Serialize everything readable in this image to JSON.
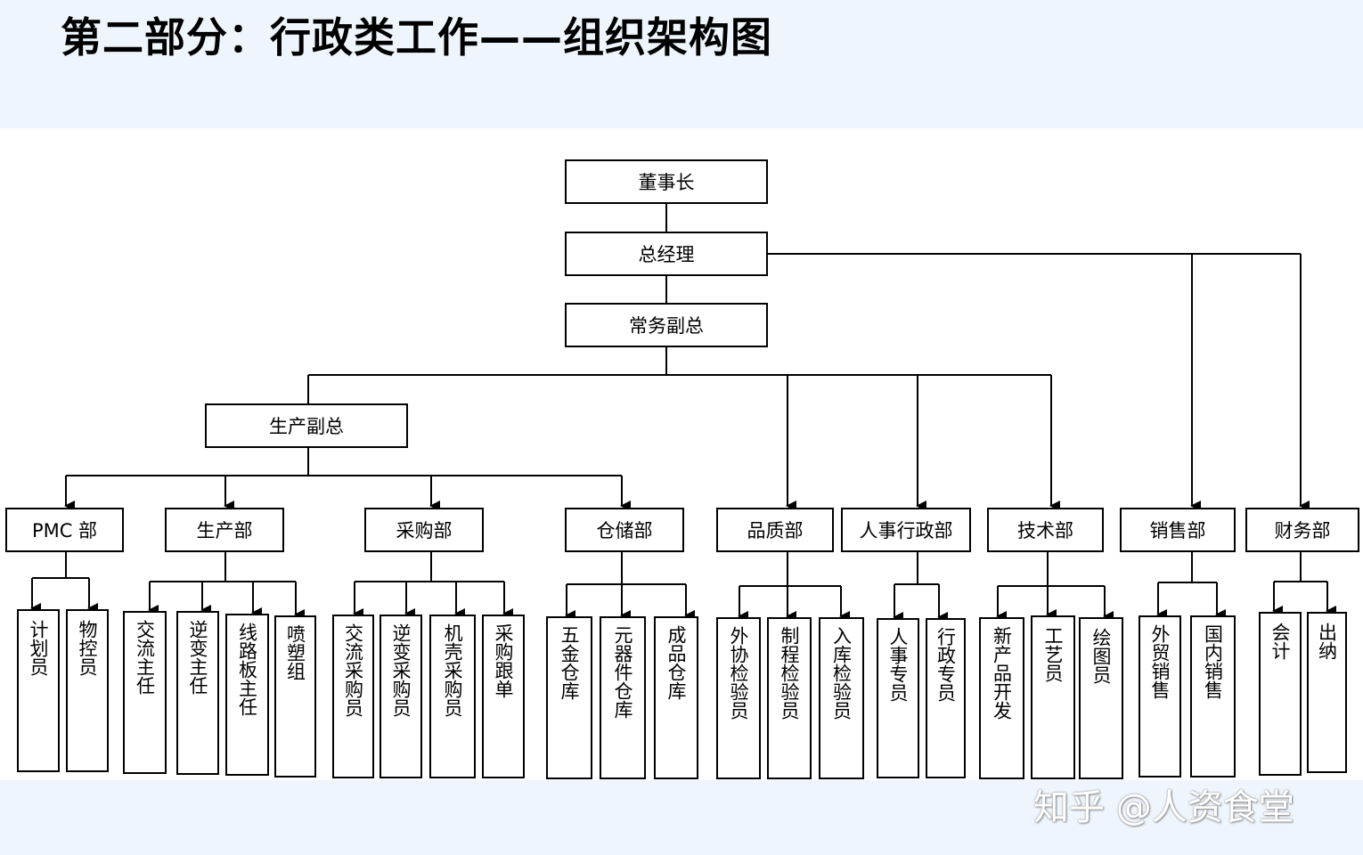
{
  "title": "第二部分：行政类工作——组织架构图",
  "watermark": "知乎 @人资食堂",
  "org": {
    "chairman": "董事长",
    "gm": "总经理",
    "exec_vp": "常务副总",
    "production_vp": "生产副总",
    "departments": {
      "pmc": {
        "label": "PMC 部",
        "roles": [
          "计划员",
          "物控员"
        ]
      },
      "production": {
        "label": "生产部",
        "roles": [
          "交流主任",
          "逆变主任",
          "线路板主任",
          "喷塑组"
        ]
      },
      "purchasing": {
        "label": "采购部",
        "roles": [
          "交流采购员",
          "逆变采购员",
          "机壳采购员",
          "采购跟单"
        ]
      },
      "warehouse": {
        "label": "仓储部",
        "roles": [
          "五金仓库",
          "元器件仓库",
          "成品仓库"
        ]
      },
      "quality": {
        "label": "品质部",
        "roles": [
          "外协检验员",
          "制程检验员",
          "入库检验员"
        ]
      },
      "hr_admin": {
        "label": "人事行政部",
        "roles": [
          "人事专员",
          "行政专员"
        ]
      },
      "tech": {
        "label": "技术部",
        "roles": [
          "新产品开发",
          "工艺员",
          "绘图员"
        ]
      },
      "sales": {
        "label": "销售部",
        "roles": [
          "外贸销售",
          "国内销售"
        ]
      },
      "finance": {
        "label": "财务部",
        "roles": [
          "会计",
          "出纳"
        ]
      }
    }
  }
}
